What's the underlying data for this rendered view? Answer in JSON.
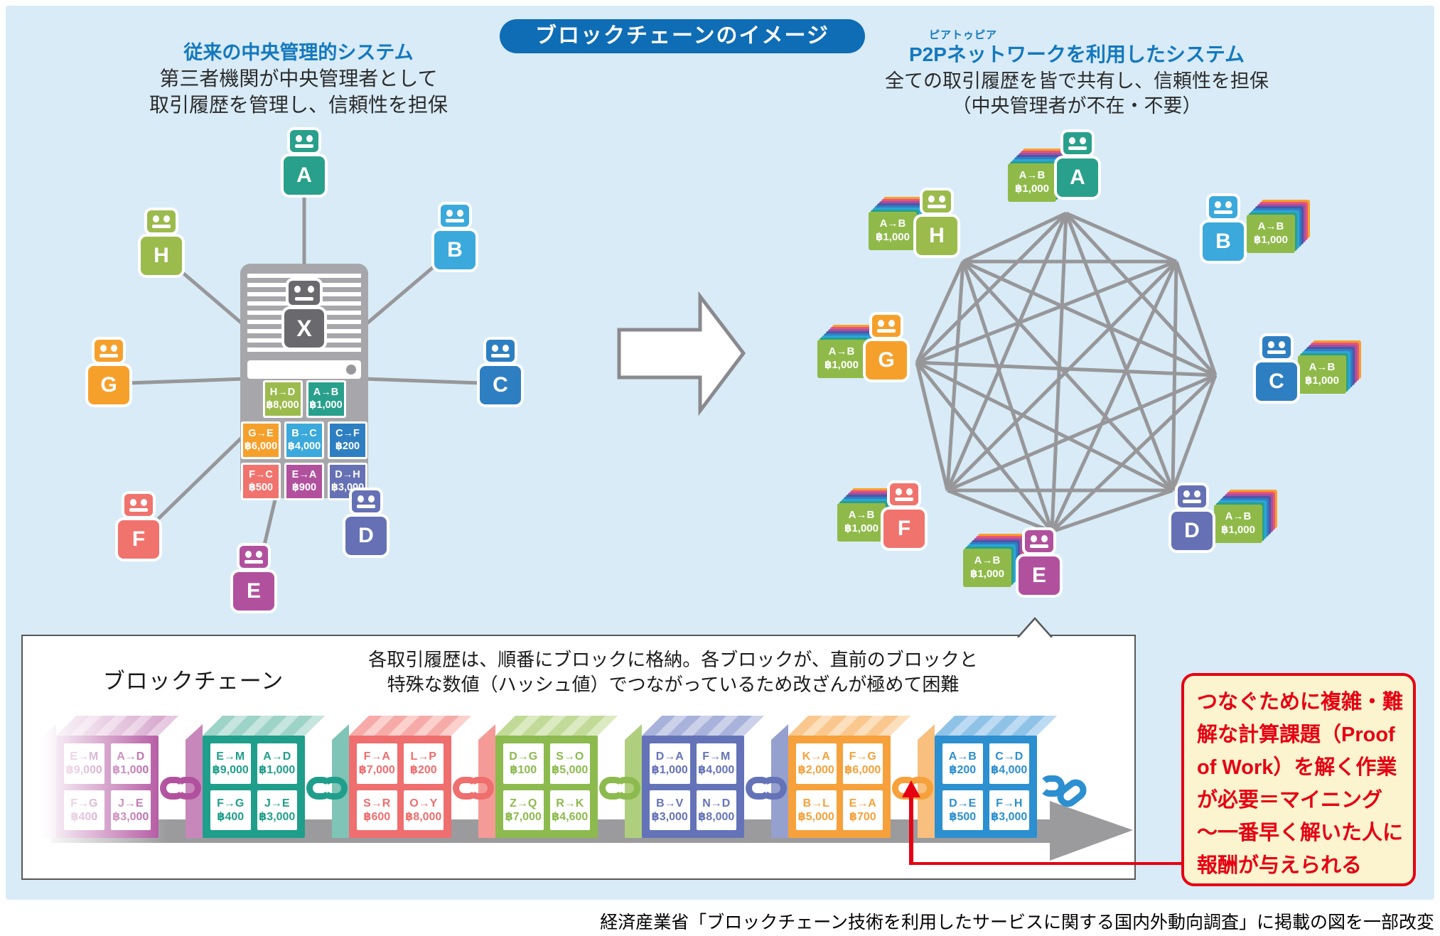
{
  "title_badge": "ブロックチェーンのイメージ",
  "colors": {
    "panel_bg": "#D8EBF7",
    "badge_bg": "#0E6DB5",
    "heading_blue": "#1478BE",
    "server_gray": "#A7A7AB",
    "line_gray": "#97979A",
    "accent_red": "#E60012",
    "note_bg": "#FCF4CF",
    "node_colors": {
      "A": "#29A08B",
      "B": "#3BA9DC",
      "C": "#2E7FC2",
      "D": "#6571B4",
      "E": "#B1519E",
      "F": "#F0736E",
      "G": "#F6A02C",
      "H": "#9BBB4D"
    }
  },
  "left_system": {
    "heading": "従来の中央管理的システム",
    "description": "第三者機関が中央管理者として\n取引履歴を管理し、信頼性を担保",
    "server_label": "X",
    "nodes": [
      {
        "id": "A"
      },
      {
        "id": "B"
      },
      {
        "id": "C"
      },
      {
        "id": "D"
      },
      {
        "id": "E"
      },
      {
        "id": "F"
      },
      {
        "id": "G"
      },
      {
        "id": "H"
      }
    ],
    "ledger": [
      {
        "route": "H→D",
        "amount": "฿8,000",
        "color": "#9BBB4D"
      },
      {
        "route": "A→B",
        "amount": "฿1,000",
        "color": "#29A08B"
      },
      {
        "route": "G→E",
        "amount": "฿6,000",
        "color": "#F6A02C"
      },
      {
        "route": "B→C",
        "amount": "฿4,000",
        "color": "#3BA9DC"
      },
      {
        "route": "C→F",
        "amount": "฿200",
        "color": "#2E7FC2"
      },
      {
        "route": "F→C",
        "amount": "฿500",
        "color": "#F0736E"
      },
      {
        "route": "E→A",
        "amount": "฿900",
        "color": "#B1519E"
      },
      {
        "route": "D→H",
        "amount": "฿3,000",
        "color": "#6571B4"
      }
    ]
  },
  "right_system": {
    "ruby": "ピアトゥピア",
    "heading": "P2Pネットワークを利用したシステム",
    "description": "全ての取引履歴を皆で共有し、信頼性を担保\n（中央管理者が不在・不要）",
    "nodes": [
      {
        "id": "A"
      },
      {
        "id": "B"
      },
      {
        "id": "C"
      },
      {
        "id": "D"
      },
      {
        "id": "E"
      },
      {
        "id": "F"
      },
      {
        "id": "G"
      },
      {
        "id": "H"
      }
    ],
    "shared_card": {
      "route": "A→B",
      "amount": "฿1,000"
    }
  },
  "blockchain_panel": {
    "label": "ブロックチェーン",
    "description": "各取引履歴は、順番にブロックに格納。各ブロックが、直前のブロックと\n特殊な数値（ハッシュ値）でつながっているため改ざんが極めて困難",
    "blocks": [
      {
        "color": "#B1519E",
        "faded": true,
        "cells": [
          {
            "route": "E→M",
            "amount": "฿9,000"
          },
          {
            "route": "A→D",
            "amount": "฿1,000"
          },
          {
            "route": "F→G",
            "amount": "฿400"
          },
          {
            "route": "J→E",
            "amount": "฿3,000"
          }
        ]
      },
      {
        "color": "#1F9E8B",
        "cells": [
          {
            "route": "E→M",
            "amount": "฿9,000"
          },
          {
            "route": "A→D",
            "amount": "฿1,000"
          },
          {
            "route": "F→G",
            "amount": "฿400"
          },
          {
            "route": "J→E",
            "amount": "฿3,000"
          }
        ]
      },
      {
        "color": "#EF6E6E",
        "cells": [
          {
            "route": "F→A",
            "amount": "฿7,000"
          },
          {
            "route": "L→P",
            "amount": "฿200"
          },
          {
            "route": "S→R",
            "amount": "฿600"
          },
          {
            "route": "O→Y",
            "amount": "฿8,000"
          }
        ]
      },
      {
        "color": "#8CBA4E",
        "cells": [
          {
            "route": "D→G",
            "amount": "฿100"
          },
          {
            "route": "S→O",
            "amount": "฿5,000"
          },
          {
            "route": "Z→Q",
            "amount": "฿7,000"
          },
          {
            "route": "R→K",
            "amount": "฿4,600"
          }
        ]
      },
      {
        "color": "#6473B8",
        "cells": [
          {
            "route": "D→A",
            "amount": "฿1,000"
          },
          {
            "route": "F→M",
            "amount": "฿4,000"
          },
          {
            "route": "B→V",
            "amount": "฿3,000"
          },
          {
            "route": "N→D",
            "amount": "฿8,000"
          }
        ]
      },
      {
        "color": "#F6A13B",
        "cells": [
          {
            "route": "K→A",
            "amount": "฿2,000"
          },
          {
            "route": "F→G",
            "amount": "฿6,000"
          },
          {
            "route": "B→L",
            "amount": "฿5,000"
          },
          {
            "route": "E→A",
            "amount": "฿700"
          }
        ]
      },
      {
        "color": "#2B8FD0",
        "cells": [
          {
            "route": "A→B",
            "amount": "฿200"
          },
          {
            "route": "C→D",
            "amount": "฿4,000"
          },
          {
            "route": "D→E",
            "amount": "฿500"
          },
          {
            "route": "F→H",
            "amount": "฿3,000"
          }
        ]
      }
    ]
  },
  "pow_note": {
    "text": "つなぐために複雑・難\n解な計算課題（Proof\nof Work）を解く作業\nが必要＝マイニング\n～一番早く解いた人に\n報酬が与えられる"
  },
  "source": "経済産業省「ブロックチェーン技術を利用したサービスに関する国内外動向調査」に掲載の図を一部改変"
}
